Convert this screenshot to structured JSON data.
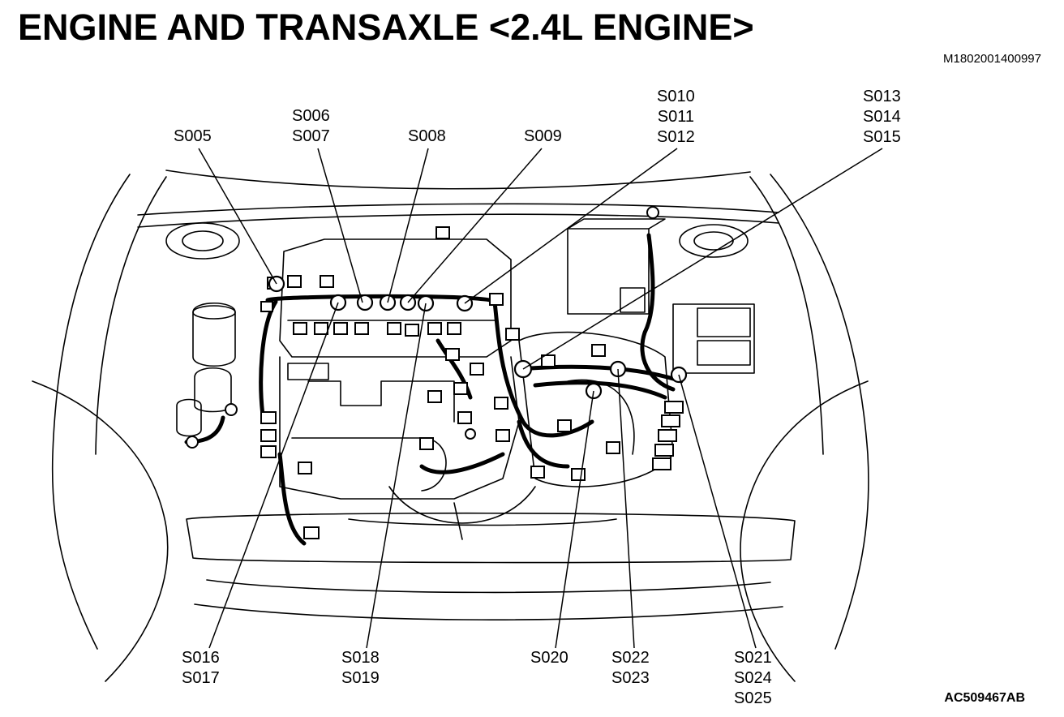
{
  "title": "ENGINE AND TRANSAXLE <2.4L ENGINE>",
  "figure_code": "M1802001400997",
  "illustration_code": "AC509467AB",
  "callouts": {
    "s005": [
      "S005"
    ],
    "s006": [
      "S006",
      "S007"
    ],
    "s008": [
      "S008"
    ],
    "s009": [
      "S009"
    ],
    "s010": [
      "S010",
      "S011",
      "S012"
    ],
    "s013": [
      "S013",
      "S014",
      "S015"
    ],
    "s016": [
      "S016",
      "S017"
    ],
    "s018": [
      "S018",
      "S019"
    ],
    "s020": [
      "S020"
    ],
    "s022": [
      "S022",
      "S023"
    ],
    "s021": [
      "S021",
      "S024",
      "S025"
    ]
  }
}
